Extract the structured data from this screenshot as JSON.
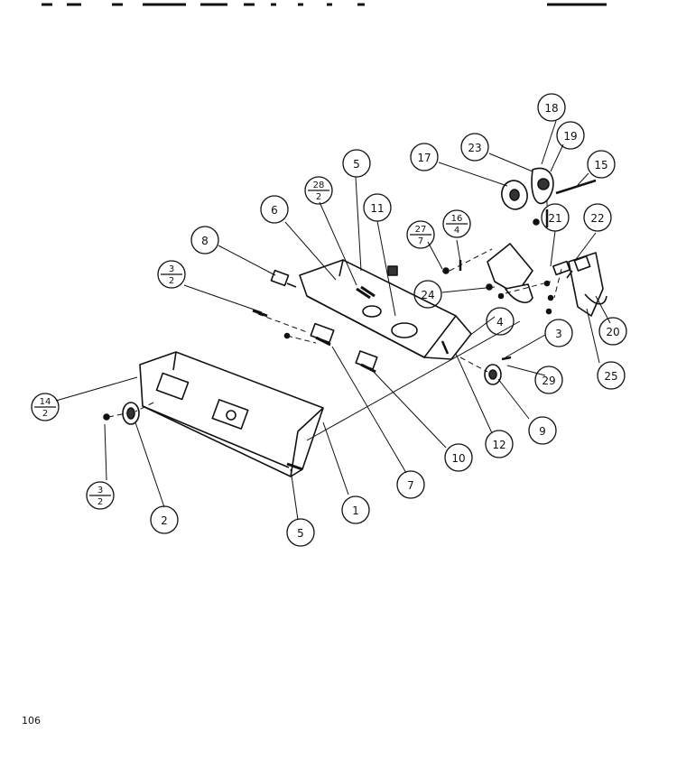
{
  "page_number": "106",
  "callouts": [
    {
      "id": "c18",
      "label": "18"
    },
    {
      "id": "c19",
      "label": "19"
    },
    {
      "id": "c23",
      "label": "23"
    },
    {
      "id": "c17",
      "label": "17"
    },
    {
      "id": "c15",
      "label": "15"
    },
    {
      "id": "c5a",
      "label": "5"
    },
    {
      "id": "c11",
      "label": "11"
    },
    {
      "id": "c6",
      "label": "6"
    },
    {
      "id": "c21",
      "label": "21"
    },
    {
      "id": "c22",
      "label": "22"
    },
    {
      "id": "c8",
      "label": "8"
    },
    {
      "id": "c24",
      "label": "24"
    },
    {
      "id": "c4",
      "label": "4"
    },
    {
      "id": "c3",
      "label": "3"
    },
    {
      "id": "c20",
      "label": "20"
    },
    {
      "id": "c29",
      "label": "29"
    },
    {
      "id": "c25",
      "label": "25"
    },
    {
      "id": "c9",
      "label": "9"
    },
    {
      "id": "c12",
      "label": "12"
    },
    {
      "id": "c10",
      "label": "10"
    },
    {
      "id": "c7",
      "label": "7"
    },
    {
      "id": "c1",
      "label": "1"
    },
    {
      "id": "c2",
      "label": "2"
    },
    {
      "id": "c5b",
      "label": "5"
    }
  ],
  "fraction_callouts": [
    {
      "id": "f28",
      "top": "28",
      "bottom": "2"
    },
    {
      "id": "f27",
      "top": "27",
      "bottom": "7"
    },
    {
      "id": "f16",
      "top": "16",
      "bottom": "4"
    },
    {
      "id": "f3a",
      "top": "3",
      "bottom": "2"
    },
    {
      "id": "f14",
      "top": "14",
      "bottom": "2"
    },
    {
      "id": "f3b",
      "top": "3",
      "bottom": "2"
    }
  ]
}
